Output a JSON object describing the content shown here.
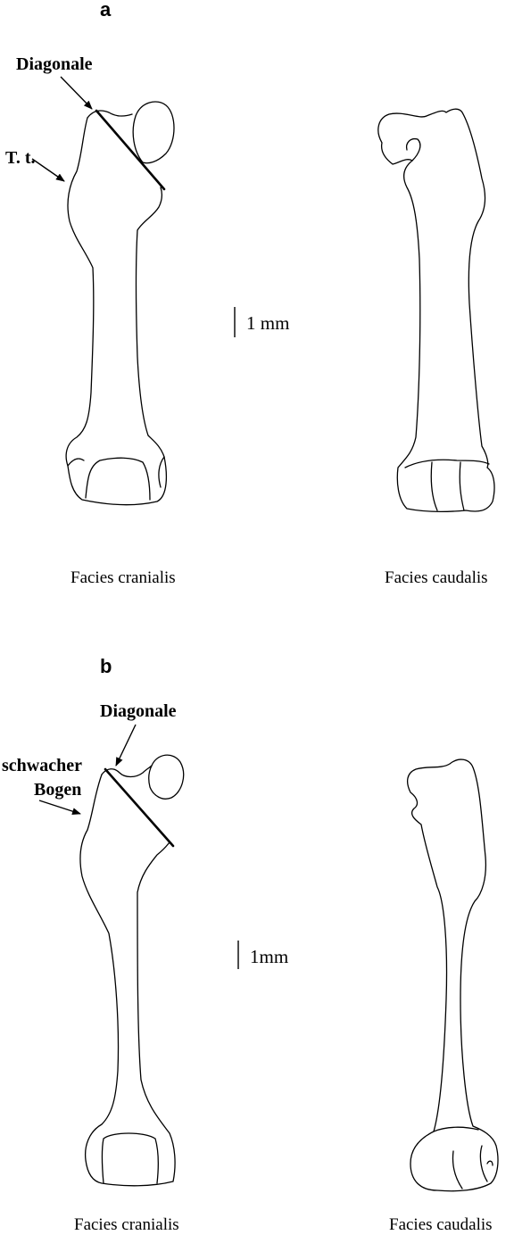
{
  "panel_a": {
    "letter": "a",
    "label_diagonale": "Diagonale",
    "label_tt": "T. t.",
    "scale_label": "1 mm",
    "caption_left": "Facies cranialis",
    "caption_right": "Facies caudalis"
  },
  "panel_b": {
    "letter": "b",
    "label_diagonale": "Diagonale",
    "label_bogen_1": "schwacher",
    "label_bogen_2": "Bogen",
    "scale_label": "1mm",
    "caption_left": "Facies cranialis",
    "caption_right": "Facies caudalis"
  }
}
